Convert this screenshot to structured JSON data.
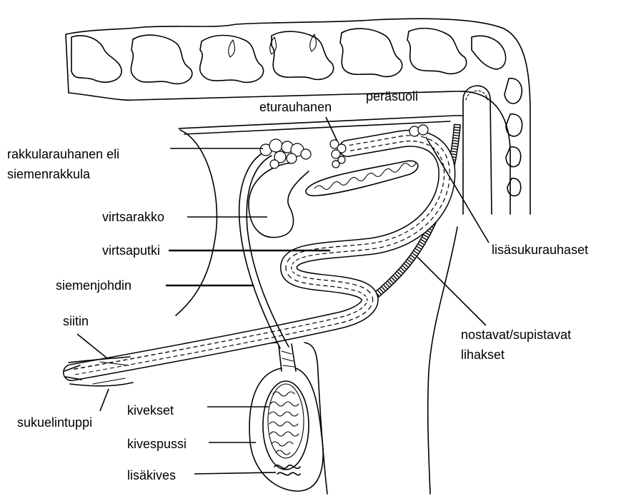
{
  "labels": {
    "prostate": "eturauhanen",
    "rectum": "peräsuoli",
    "seminal_vesicle_1": "rakkularauhanen eli",
    "seminal_vesicle_2": "siemenrakkula",
    "bladder": "virtsarakko",
    "urethra": "virtsaputki",
    "vas_deferens": "siemenjohdin",
    "penis": "siitin",
    "sheath": "sukuelintuppi",
    "testes": "kivekset",
    "scrotum": "kivespussi",
    "epididymis": "lisäkives",
    "accessory_glands": "lisäsukurauhaset",
    "muscles_1": "nostavat/supistavat",
    "muscles_2": "lihakset"
  },
  "colors": {
    "line": "#000000",
    "background": "#ffffff"
  }
}
